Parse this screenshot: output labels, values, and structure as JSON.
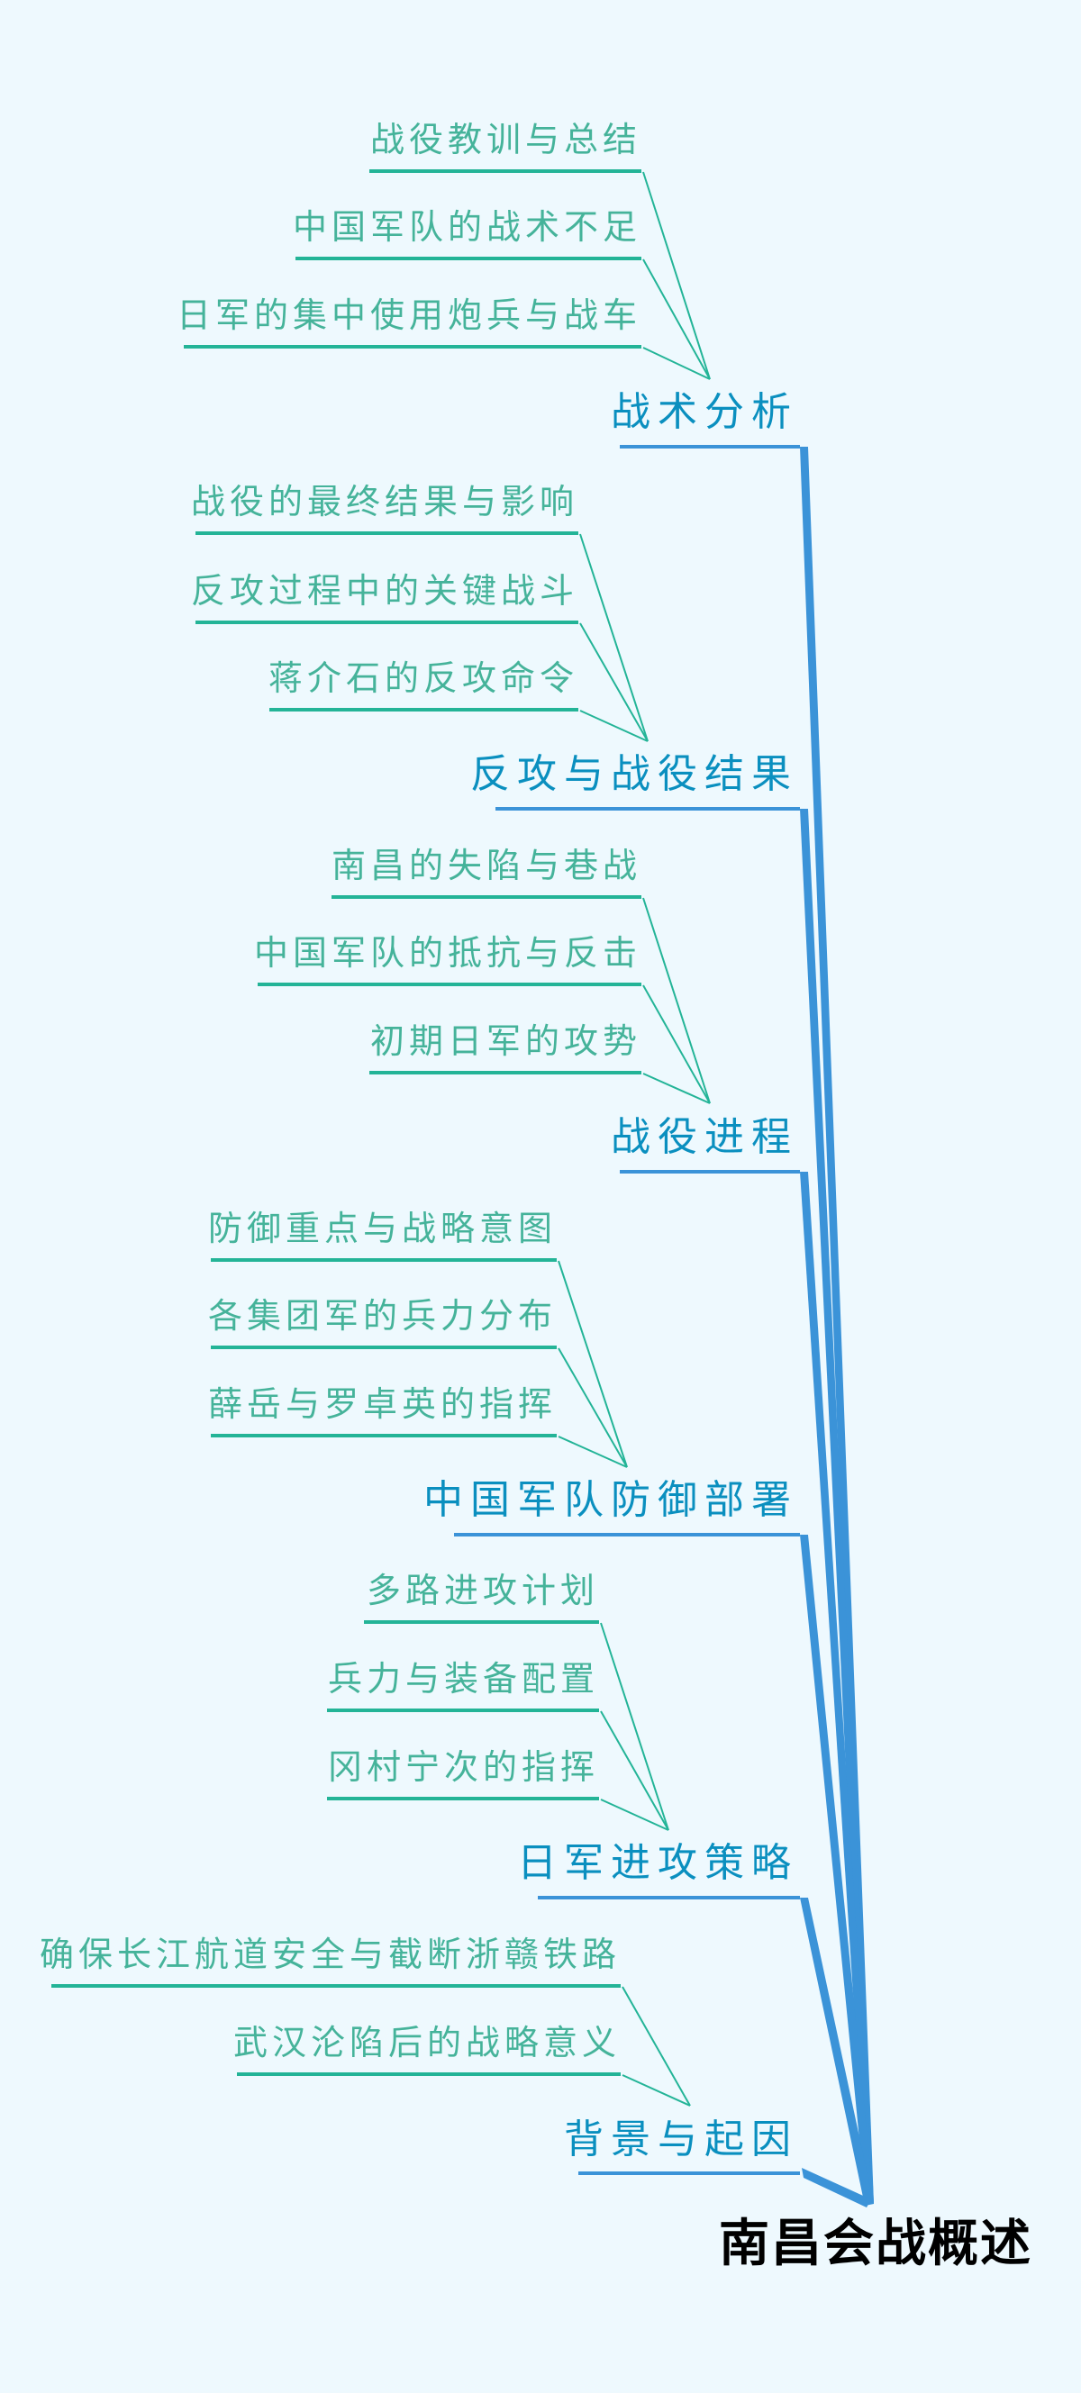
{
  "colors": {
    "background": "#eef9fe",
    "root_text": "#000000",
    "topic_text": "#0a8fbf",
    "topic_line": "#3b93d8",
    "leaf_text": "#45b39a",
    "leaf_line": "#23b497"
  },
  "mindmap": {
    "root": {
      "label": "南昌会战概述"
    },
    "topics": [
      {
        "label": "战术分析",
        "children": [
          {
            "label": "战役教训与总结"
          },
          {
            "label": "中国军队的战术不足"
          },
          {
            "label": "日军的集中使用炮兵与战车"
          }
        ]
      },
      {
        "label": "反攻与战役结果",
        "children": [
          {
            "label": "战役的最终结果与影响"
          },
          {
            "label": "反攻过程中的关键战斗"
          },
          {
            "label": "蒋介石的反攻命令"
          }
        ]
      },
      {
        "label": "战役进程",
        "children": [
          {
            "label": "南昌的失陷与巷战"
          },
          {
            "label": "中国军队的抵抗与反击"
          },
          {
            "label": "初期日军的攻势"
          }
        ]
      },
      {
        "label": "中国军队防御部署",
        "children": [
          {
            "label": "防御重点与战略意图"
          },
          {
            "label": "各集团军的兵力分布"
          },
          {
            "label": "薛岳与罗卓英的指挥"
          }
        ]
      },
      {
        "label": "日军进攻策略",
        "children": [
          {
            "label": "多路进攻计划"
          },
          {
            "label": "兵力与装备配置"
          },
          {
            "label": "冈村宁次的指挥"
          }
        ]
      },
      {
        "label": "背景与起因",
        "children": [
          {
            "label": "确保长江航道安全与截断浙赣铁路"
          },
          {
            "label": "武汉沦陷后的战略意义"
          }
        ]
      }
    ]
  }
}
